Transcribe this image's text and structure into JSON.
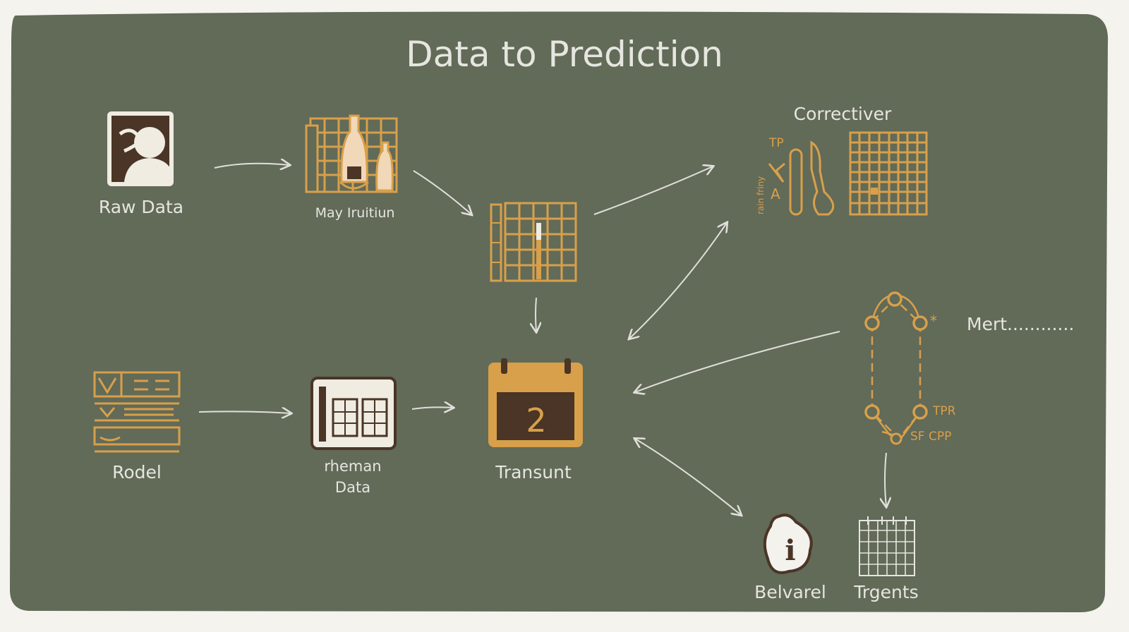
{
  "title": "Data to Prediction",
  "nodes": {
    "raw_data": "Raw Data",
    "may_iruitiun": "May Iruitiun",
    "correctiver": "Correctiver",
    "rodel": "Rodel",
    "rheman_data_line1": "rheman",
    "rheman_data_line2": "Data",
    "transunt": "Transunt",
    "transunt_number": "2",
    "mert": "Mert............",
    "belvarel": "Belvarel",
    "trgents": "Trgents"
  },
  "annotations": {
    "tp": "TP",
    "side_text": "rain friny",
    "a_letter": "A",
    "tpr": "TPR",
    "sf_cpp": "SF CPP",
    "star": "*",
    "info_glyph": "i"
  },
  "colors": {
    "board": "#626a58",
    "accent": "#d8a04a",
    "dark": "#4a3526",
    "text": "#e6e6e0"
  },
  "icons": [
    "person-icon",
    "bottles-grid-icon",
    "pencil-grid-icon",
    "chart-grid-icon",
    "list-panel-icon",
    "window-grid-icon",
    "calendar-icon",
    "network-icon",
    "info-badge-icon",
    "table-grid-icon"
  ]
}
